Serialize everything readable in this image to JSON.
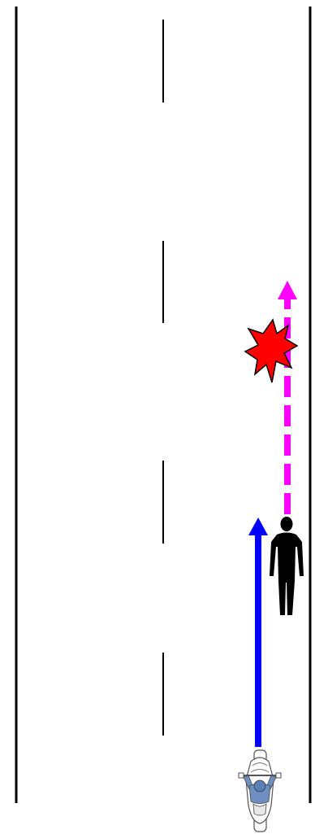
{
  "diagram": {
    "scene": "road-accident-sketch",
    "road": {
      "lanes": 2,
      "lane_divider_style": "dashed",
      "edge_color": "#000000"
    },
    "vehicle": {
      "type": "motorcycle",
      "icon": "motorcycle-top-view-icon",
      "rider_color": "#6e8fbf",
      "path_color": "#0000ff",
      "path_style": "solid"
    },
    "pedestrian": {
      "icon": "pedestrian-silhouette-icon",
      "color": "#000000",
      "path_color": "#ff00ff",
      "path_style": "dashed"
    },
    "impact": {
      "icon": "collision-starburst-icon",
      "fill": "#ff0000",
      "stroke": "#000000"
    }
  }
}
